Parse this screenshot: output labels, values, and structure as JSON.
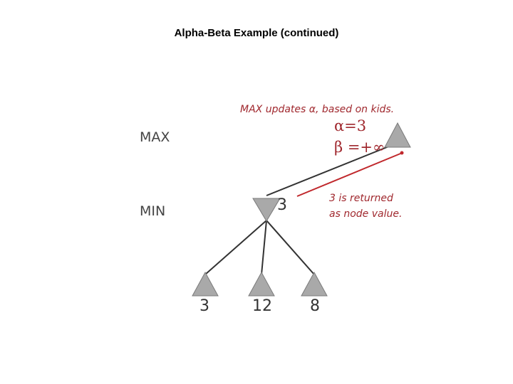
{
  "title": "Alpha-Beta Example (continued)",
  "levels": {
    "max": "MAX",
    "min": "MIN"
  },
  "annotation_top": "MAX updates α, based on kids.",
  "alpha": "α=3",
  "beta": "β =+∞",
  "returned_note": {
    "line1": "3 is returned",
    "line2": "as node value."
  },
  "min_node_value": "3",
  "leaves": [
    "3",
    "12",
    "8"
  ],
  "colors": {
    "annotation": "#a0282e",
    "arrow": "#c0282c",
    "node": "#a9a9a9"
  }
}
